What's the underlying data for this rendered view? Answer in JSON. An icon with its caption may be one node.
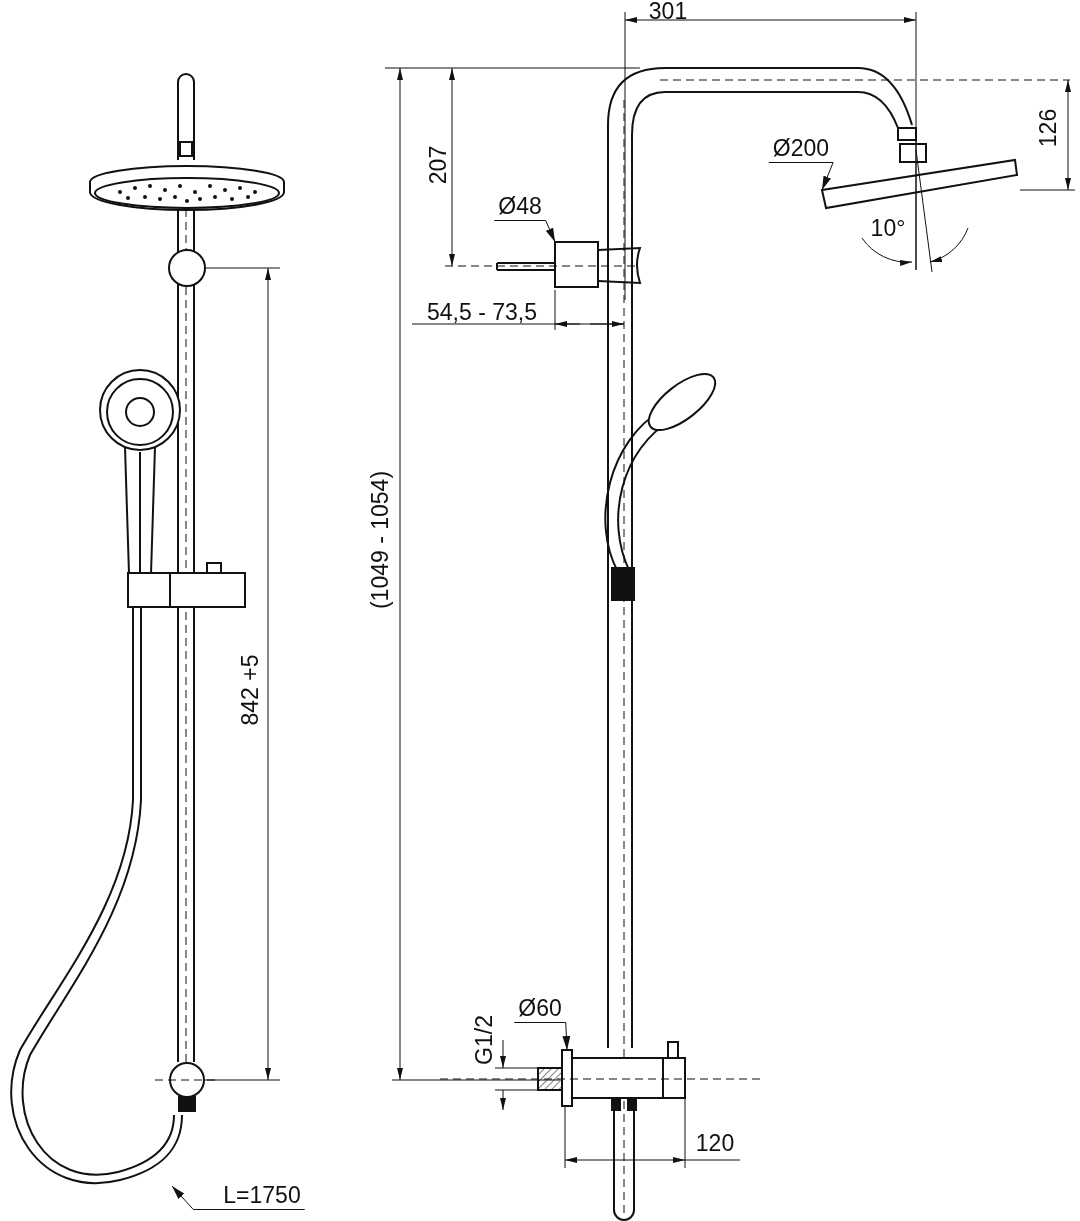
{
  "diagram": {
    "nodes": [
      {
        "text": [
          "Ø48"
        ]
      },
      {
        "text": [
          "Ø200"
        ]
      },
      {
        "text": [
          "Ø60"
        ]
      },
      {
        "text": [
          "L=1750"
        ]
      }
    ],
    "edges": [
      {
        "from": 0,
        "to": null,
        "arrow": "to"
      },
      {
        "from": 1,
        "to": null,
        "arrow": "to"
      },
      {
        "from": 2,
        "to": null,
        "arrow": "to"
      },
      {
        "from": 3,
        "to": null,
        "arrow": "to"
      }
    ],
    "labels": [
      "301",
      "207",
      "126",
      "10°",
      "54,5 - 73,5",
      "(1049 - 1054)",
      "842 +5",
      "G1/2",
      "120"
    ]
  }
}
